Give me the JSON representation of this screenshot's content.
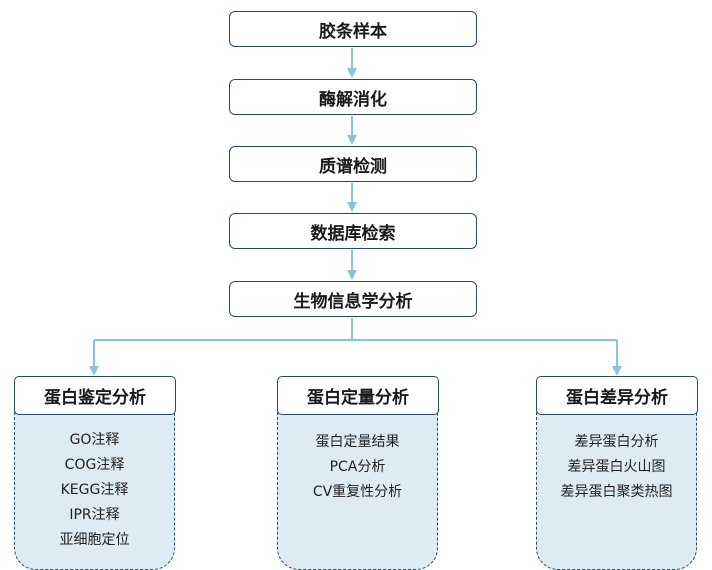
{
  "steps": [
    "胶条样本",
    "酶解消化",
    "质谱检测",
    "数据库检索",
    "生物信息学分析"
  ],
  "branches": [
    {
      "title": "蛋白鉴定分析",
      "items": [
        "GO注释",
        "COG注释",
        "KEGG注释",
        "IPR注释",
        "亚细胞定位"
      ]
    },
    {
      "title": "蛋白定量分析",
      "items": [
        "蛋白定量结果",
        "PCA分析",
        "CV重复性分析"
      ]
    },
    {
      "title": "蛋白差异分析",
      "items": [
        "差异蛋白分析",
        "差异蛋白火山图",
        "差异蛋白聚类热图"
      ]
    }
  ],
  "colors": {
    "arrow": "#8ec3d5",
    "box_border": "#2b4a6b",
    "panel_fill": "#dcebf4"
  }
}
